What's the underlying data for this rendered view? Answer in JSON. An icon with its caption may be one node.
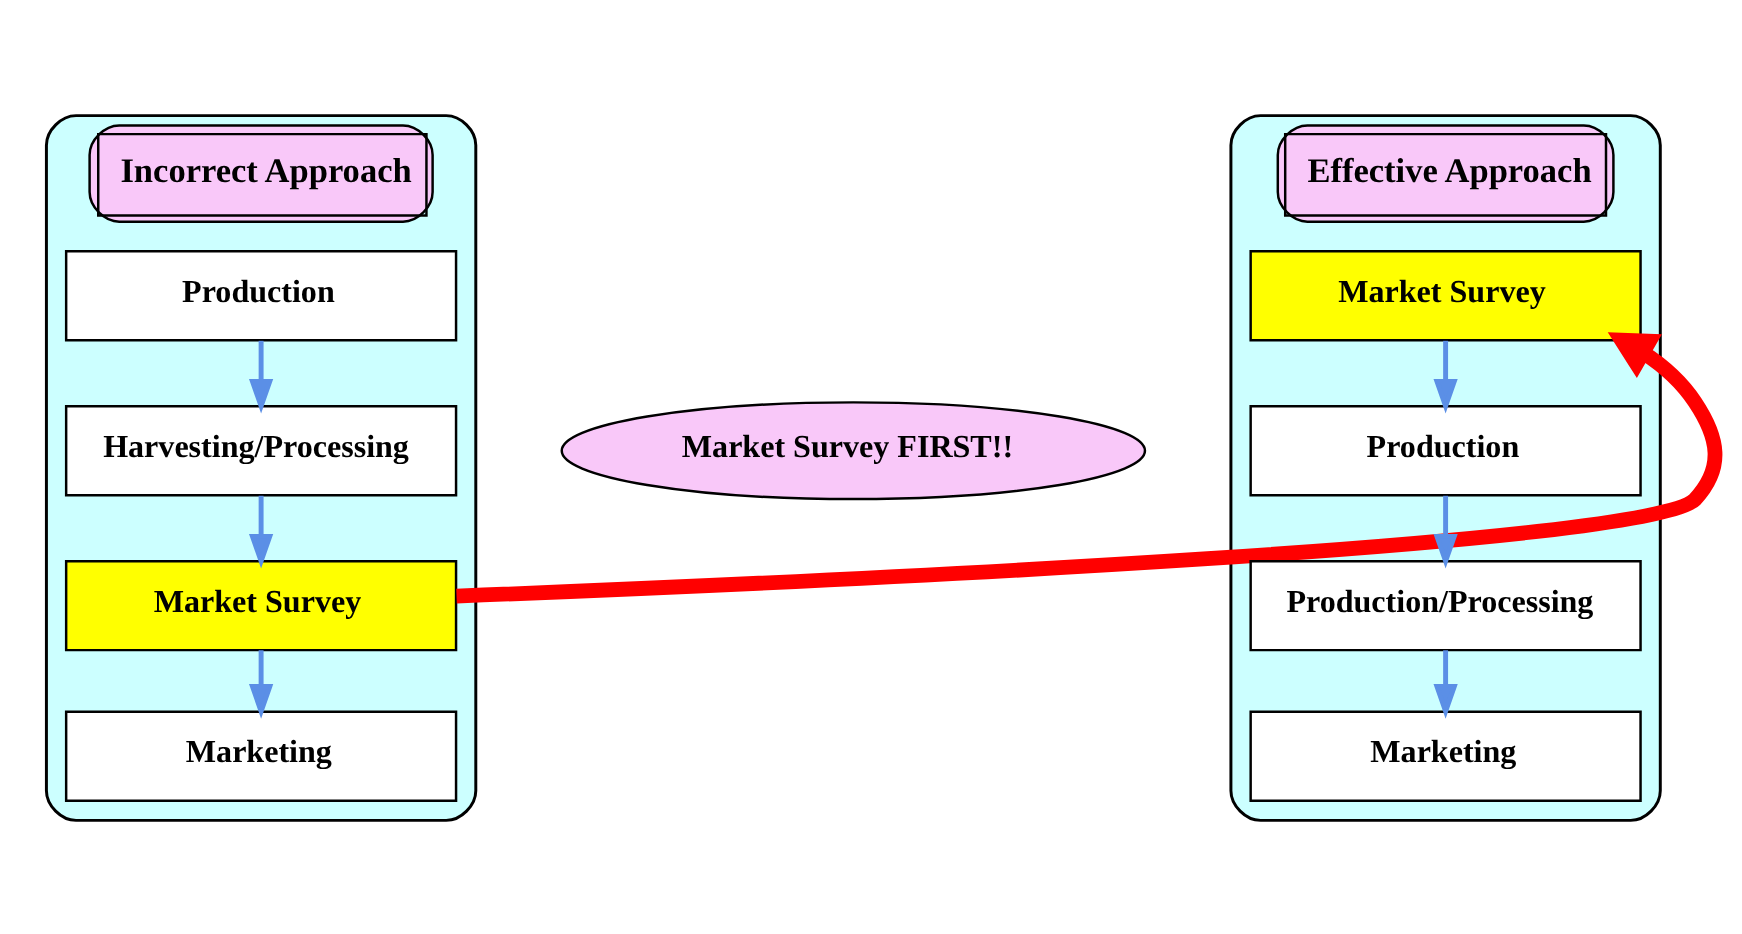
{
  "diagram": {
    "nodes": [
      {
        "text": [
          "Incorrect Approach"
        ]
      },
      {
        "text": [
          "Production"
        ],
        "in": 0
      },
      {
        "text": [
          "Harvesting/Processing"
        ],
        "in": 0
      },
      {
        "text": [
          "Market Survey"
        ],
        "in": 0
      },
      {
        "text": [
          "Marketing"
        ],
        "in": 0
      },
      {
        "text": [
          "Market Survey FIRST!!"
        ]
      },
      {
        "text": [
          "Effective Approach"
        ]
      },
      {
        "text": [
          "Market Survey"
        ],
        "in": 6
      },
      {
        "text": [
          "Production"
        ],
        "in": 6
      },
      {
        "text": [
          "Production/Processing"
        ],
        "in": 6
      },
      {
        "text": [
          "Marketing"
        ],
        "in": 6
      }
    ],
    "edges": [
      {
        "from": 1,
        "to": 2,
        "arrow": "to"
      },
      {
        "from": 2,
        "to": 3,
        "arrow": "to"
      },
      {
        "from": 3,
        "to": 4,
        "arrow": "to"
      },
      {
        "from": 7,
        "to": 8,
        "arrow": "to"
      },
      {
        "from": 8,
        "to": 9,
        "arrow": "to"
      },
      {
        "from": 9,
        "to": 10,
        "arrow": "to"
      },
      {
        "from": 3,
        "to": 7,
        "arrow": "to",
        "style": "thick",
        "color": "#ff0000"
      }
    ]
  }
}
